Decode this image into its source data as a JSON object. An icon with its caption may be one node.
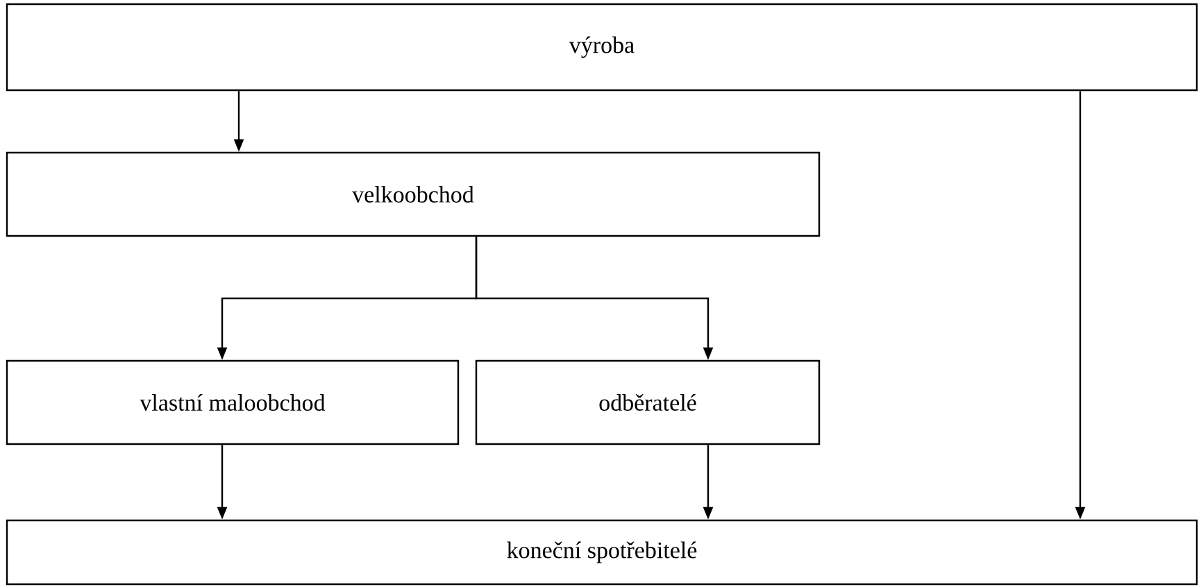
{
  "diagram": {
    "nodes": [
      {
        "text": [
          "výroba"
        ]
      },
      {
        "text": [
          "velkoobchod"
        ]
      },
      {
        "text": [
          "vlastní maloobchod"
        ]
      },
      {
        "text": [
          "odběratelé"
        ]
      },
      {
        "text": [
          "koneční spotřebitelé"
        ]
      }
    ],
    "edges": [
      {
        "from": 0,
        "to": 1,
        "arrow": "to"
      },
      {
        "from": 0,
        "to": 4,
        "arrow": "to"
      },
      {
        "from": 1,
        "to": 2,
        "arrow": "to"
      },
      {
        "from": 1,
        "to": 3,
        "arrow": "to"
      },
      {
        "from": 2,
        "to": 4,
        "arrow": "to"
      },
      {
        "from": 3,
        "to": 4,
        "arrow": "to"
      }
    ]
  }
}
